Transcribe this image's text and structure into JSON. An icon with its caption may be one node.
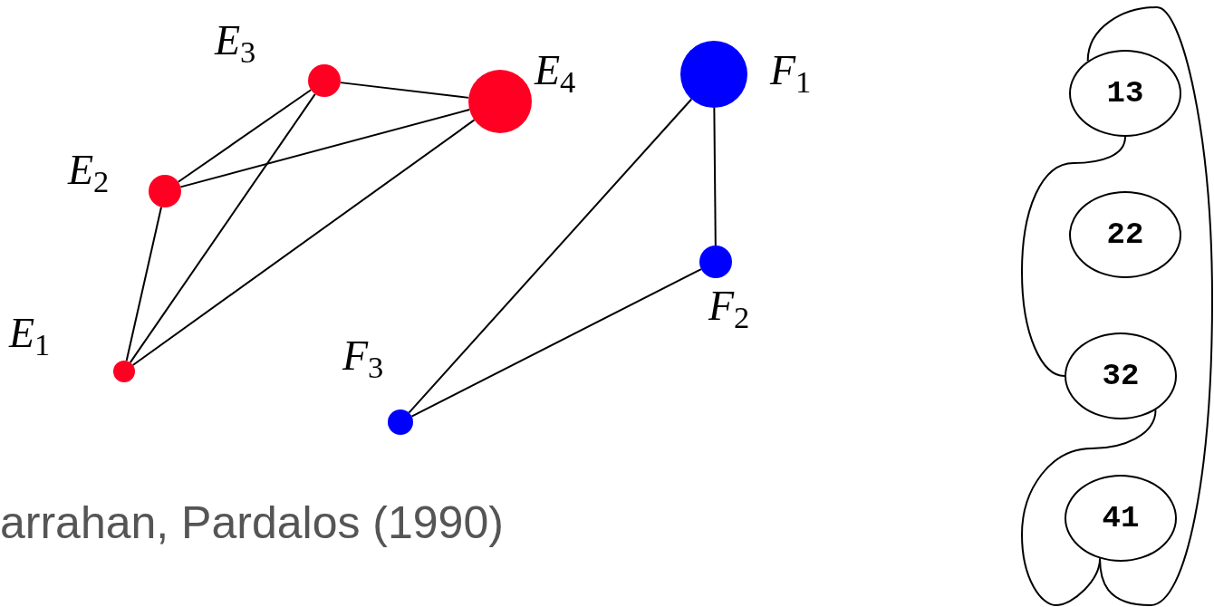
{
  "diagram": {
    "nodes": [
      {
        "text": [],
        "shape": "circle",
        "beside": [
          "*E*$_{1}$"
        ]
      },
      {
        "text": [],
        "shape": "circle",
        "beside": [
          "*E*$_{2}$"
        ]
      },
      {
        "text": [],
        "shape": "circle",
        "beside": [
          "*E*$_{3}$"
        ]
      },
      {
        "text": [],
        "shape": "circle",
        "beside": [
          "*E*$_{4}$"
        ]
      },
      {
        "text": [],
        "shape": "circle",
        "beside": [
          "*F*$_{1}$"
        ]
      },
      {
        "text": [],
        "shape": "circle",
        "beside": [
          "*F*$_{2}$"
        ]
      },
      {
        "text": [],
        "shape": "circle",
        "beside": [
          "*F*$_{3}$"
        ]
      },
      {
        "text": [
          "13"
        ]
      },
      {
        "text": [
          "22"
        ]
      },
      {
        "text": [
          "32"
        ]
      },
      {
        "text": [
          "41"
        ]
      }
    ],
    "edges": [
      {
        "from": 2,
        "to": 3,
        "arrow": "none"
      },
      {
        "from": 2,
        "to": 1,
        "arrow": "none"
      },
      {
        "from": 2,
        "to": 0,
        "arrow": "none"
      },
      {
        "from": 1,
        "to": 3,
        "arrow": "none"
      },
      {
        "from": 1,
        "to": 0,
        "arrow": "none"
      },
      {
        "from": 0,
        "to": 3,
        "arrow": "none"
      },
      {
        "from": 4,
        "to": 6,
        "arrow": "none"
      },
      {
        "from": 4,
        "to": 5,
        "arrow": "none"
      },
      {
        "from": 5,
        "to": 6,
        "arrow": "none"
      },
      {
        "from": 7,
        "to": 10,
        "arrow": "none"
      },
      {
        "from": 7,
        "to": 9,
        "arrow": "none"
      },
      {
        "from": 9,
        "to": 10,
        "arrow": "none"
      }
    ],
    "labels": [
      "arrahan, Pardalos (1990)"
    ]
  }
}
